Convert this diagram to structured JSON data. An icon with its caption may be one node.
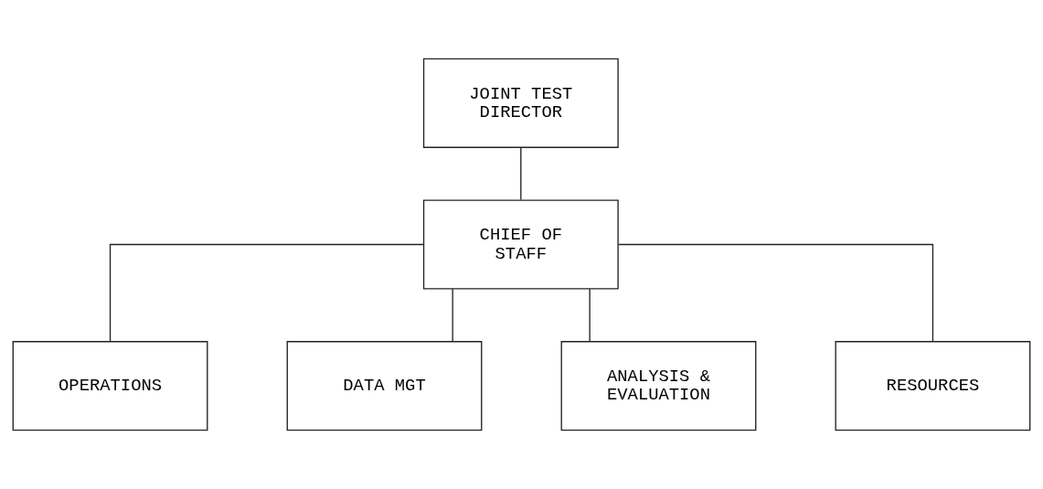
{
  "diagram": {
    "nodes": [
      {
        "text": [
          "JOINT TEST DIRECTOR"
        ]
      },
      {
        "text": [
          "CHIEF OF STAFF"
        ]
      },
      {
        "text": [
          "OPERATIONS"
        ]
      },
      {
        "text": [
          "DATA MGT"
        ]
      },
      {
        "text": [
          "ANALYSIS & EVALUATION"
        ]
      },
      {
        "text": [
          "RESOURCES"
        ]
      }
    ],
    "edges": [
      {
        "from": 0,
        "to": 1,
        "arrow": "none"
      },
      {
        "from": 1,
        "to": 2,
        "arrow": "none"
      },
      {
        "from": 1,
        "to": 3,
        "arrow": "none"
      },
      {
        "from": 1,
        "to": 4,
        "arrow": "none"
      },
      {
        "from": 1,
        "to": 5,
        "arrow": "none"
      }
    ]
  }
}
